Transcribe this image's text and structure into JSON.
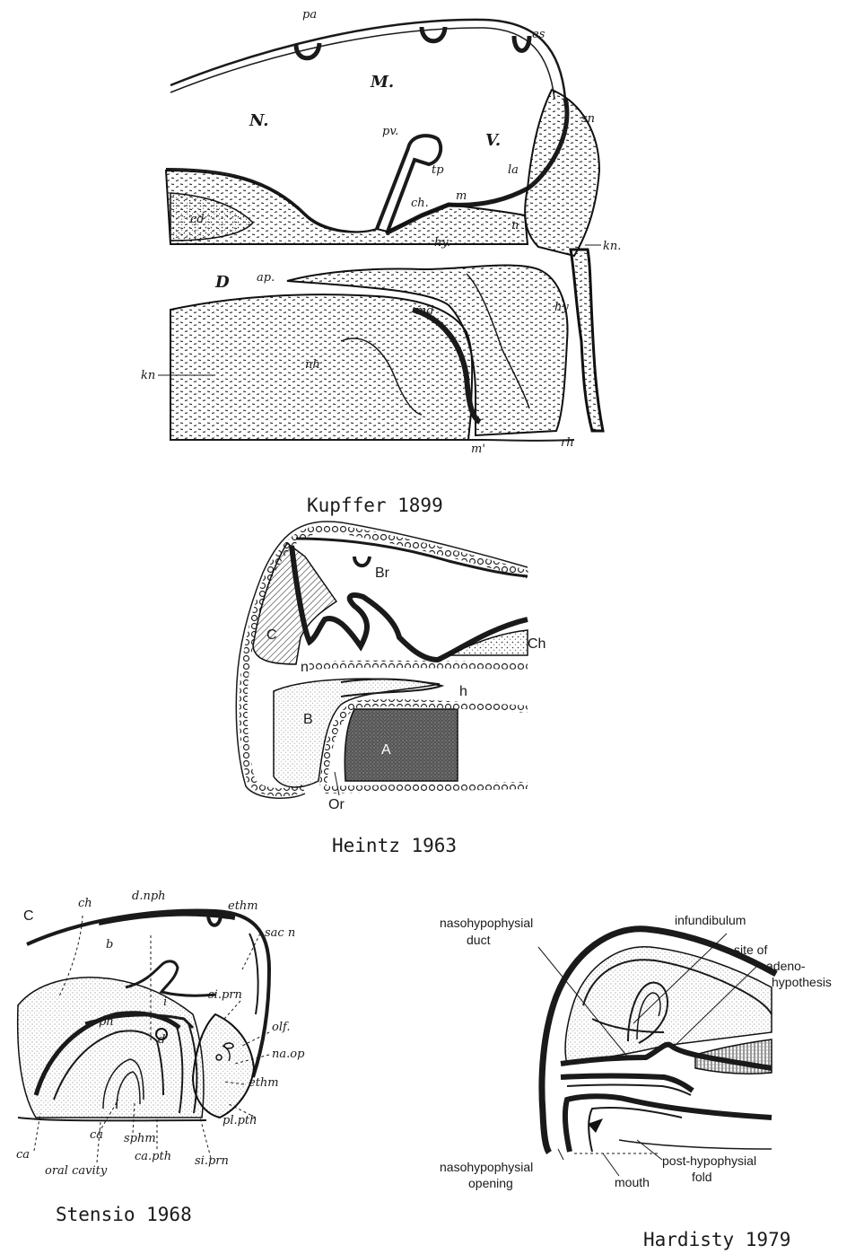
{
  "figures": [
    {
      "caption": "Kupffer 1899",
      "labels": {
        "pa": "pa",
        "es": "es",
        "M": "M.",
        "N": "N.",
        "pv": "pv.",
        "V": "V.",
        "sn": "sn",
        "tp": "tp",
        "la": "la",
        "cd": "cd",
        "ch": "ch.",
        "m": "m",
        "n": "n",
        "hy": "hy.",
        "kn_right": "kn.",
        "D": "D",
        "ap": "ap.",
        "md": "md",
        "hy2": "hy",
        "kn_left": "kn",
        "nh": "nh",
        "m_prime": "m'",
        "rh": "rh"
      }
    },
    {
      "caption": "Heintz 1963",
      "labels": {
        "Br": "Br",
        "C": "C",
        "Ch": "Ch",
        "n": "n",
        "h": "h",
        "B": "B",
        "A": "A",
        "Or": "Or"
      }
    },
    {
      "caption": "Stensio 1968",
      "labels": {
        "panel": "C",
        "ch": "ch",
        "dnph": "d.nph",
        "ethm_top": "ethm",
        "sacn": "sac n",
        "b": "b",
        "i": "i",
        "siprn_top": "si.prn",
        "ph": "ph",
        "d": "d",
        "olf": "olf.",
        "naop": "na.op",
        "ethm_bot": "ethm",
        "plpth": "pl.pth",
        "ca_left": "ca",
        "ca_mid": "ca",
        "sphm": "sphm",
        "capth": "ca.pth",
        "siprn_bot": "si.prn",
        "oral_cavity": "oral cavity"
      }
    },
    {
      "caption": "Hardisty 1979",
      "labels": {
        "np_duct_1": "nasohypophysial",
        "np_duct_2": "duct",
        "infundibulum": "infundibulum",
        "site_1": "site of",
        "site_2": "adeno-",
        "site_3": "hypothesis",
        "np_open_1": "nasohypophysial",
        "np_open_2": "opening",
        "mouth": "mouth",
        "php_1": "post-hypophysial",
        "php_2": "fold"
      }
    }
  ]
}
